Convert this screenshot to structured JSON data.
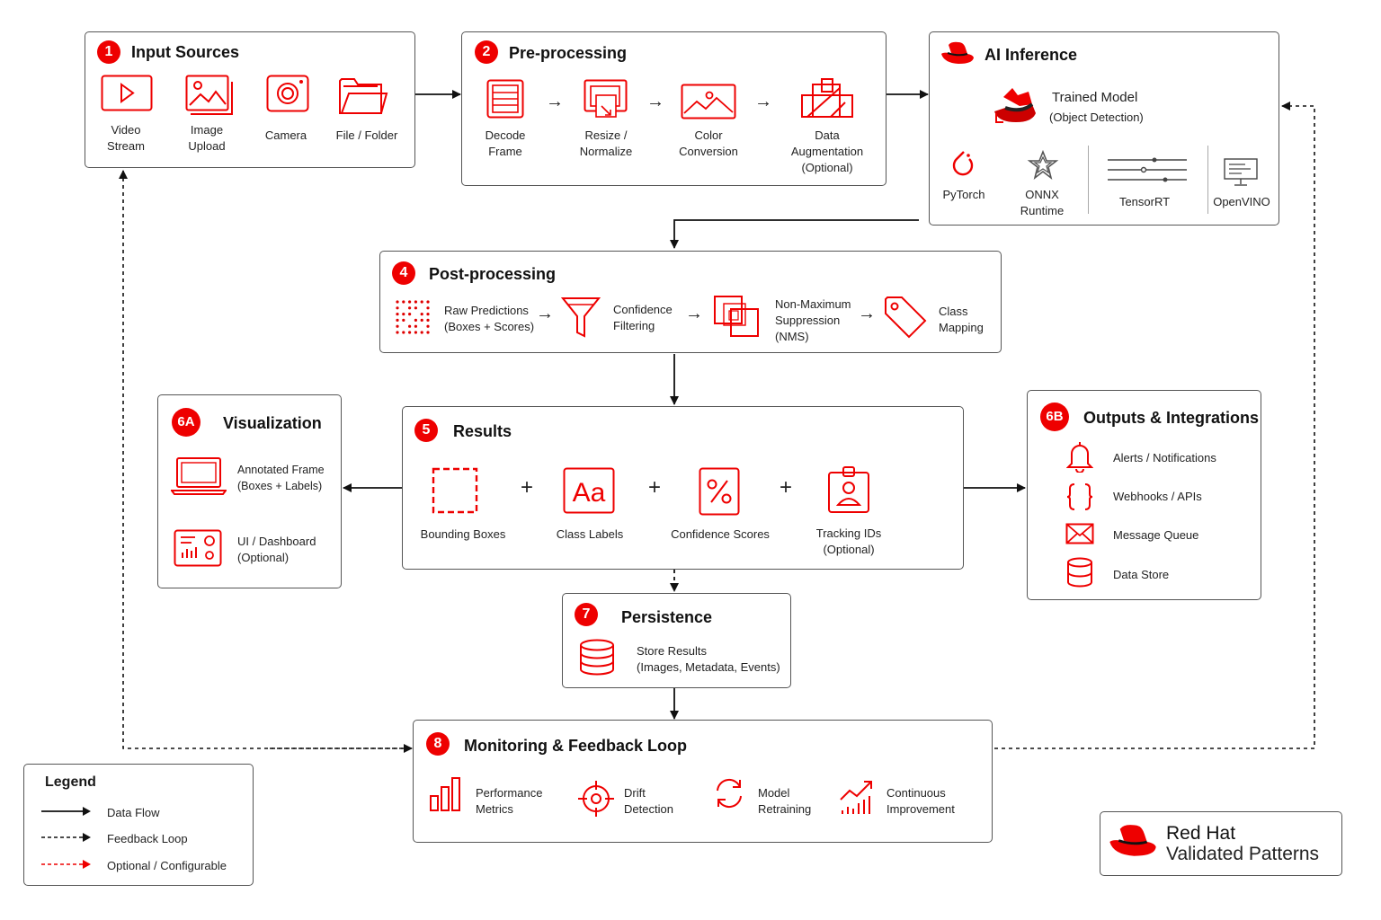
{
  "colors": {
    "accent": "#e00000",
    "line": "#111111",
    "border": "#555555"
  },
  "input": {
    "badge": "1",
    "title": "Input Sources",
    "items": [
      {
        "label1": "Video",
        "label2": "Stream",
        "icon": "video-play-icon"
      },
      {
        "label1": "Image",
        "label2": "Upload",
        "icon": "image-icon"
      },
      {
        "label1": "Camera",
        "label2": "",
        "icon": "camera-icon"
      },
      {
        "label1": "File / Folder",
        "label2": "",
        "icon": "folder-icon"
      }
    ]
  },
  "pre": {
    "badge": "2",
    "title": "Pre-processing",
    "items": [
      {
        "label1": "Decode",
        "label2": "Frame",
        "label3": "",
        "icon": "decode-frame-icon"
      },
      {
        "label1": "Resize /",
        "label2": "Normalize",
        "label3": "",
        "icon": "resize-icon"
      },
      {
        "label1": "Color",
        "label2": "Conversion",
        "label3": "",
        "icon": "color-image-icon"
      },
      {
        "label1": "Data",
        "label2": "Augmentation",
        "label3": "(Optional)",
        "icon": "augmentation-icon"
      }
    ],
    "arrow": "→"
  },
  "ai": {
    "title": "AI Inference",
    "model_title": "Trained Model",
    "model_sub": "(Object Detection)",
    "runtimes": [
      {
        "label1": "PyTorch",
        "label2": "",
        "icon": "pytorch-icon"
      },
      {
        "label1": "ONNX",
        "label2": "Runtime",
        "icon": "onnx-icon"
      },
      {
        "label1": "TensorRT",
        "label2": "",
        "icon": "tensorrt-icon"
      },
      {
        "label1": "OpenVINO",
        "label2": "",
        "icon": "openvino-icon"
      }
    ]
  },
  "post": {
    "badge": "4",
    "title": "Post-processing",
    "items": [
      {
        "label1": "Raw Predictions",
        "label2": "(Boxes + Scores)",
        "label3": "",
        "icon": "dots-grid-icon"
      },
      {
        "label1": "Confidence",
        "label2": "Filtering",
        "label3": "",
        "icon": "funnel-icon"
      },
      {
        "label1": "Non-Maximum",
        "label2": "Suppression",
        "label3": "(NMS)",
        "icon": "overlap-boxes-icon"
      },
      {
        "label1": "Class",
        "label2": "Mapping",
        "label3": "",
        "icon": "tag-icon"
      }
    ],
    "arrow": "→"
  },
  "results": {
    "badge": "5",
    "title": "Results",
    "items": [
      {
        "label1": "Bounding Boxes",
        "label2": "",
        "icon": "bounding-box-icon"
      },
      {
        "label1": "Class Labels",
        "label2": "",
        "icon": "text-aa-icon"
      },
      {
        "label1": "Confidence Scores",
        "label2": "",
        "icon": "percent-icon"
      },
      {
        "label1": "Tracking IDs",
        "label2": "(Optional)",
        "icon": "id-badge-icon"
      }
    ],
    "plus": "+"
  },
  "viz": {
    "badge": "6A",
    "title": "Visualization",
    "items": [
      {
        "label1": "Annotated Frame",
        "label2": "(Boxes + Labels)",
        "icon": "laptop-icon"
      },
      {
        "label1": "UI / Dashboard",
        "label2": "(Optional)",
        "icon": "dashboard-icon"
      }
    ]
  },
  "outputs": {
    "badge": "6B",
    "title": "Outputs & Integrations",
    "items": [
      {
        "label": "Alerts / Notifications",
        "icon": "bell-icon"
      },
      {
        "label": "Webhooks / APIs",
        "icon": "braces-icon"
      },
      {
        "label": "Message Queue",
        "icon": "envelope-icon"
      },
      {
        "label": "Data Store",
        "icon": "database-icon"
      }
    ]
  },
  "persist": {
    "badge": "7",
    "title": "Persistence",
    "label1": "Store Results",
    "label2": "(Images, Metadata, Events)",
    "icon": "database-icon"
  },
  "monitor": {
    "badge": "8",
    "title": "Monitoring & Feedback Loop",
    "items": [
      {
        "label1": "Performance",
        "label2": "Metrics",
        "icon": "bar-chart-icon"
      },
      {
        "label1": "Drift",
        "label2": "Detection",
        "icon": "crosshair-icon"
      },
      {
        "label1": "Model",
        "label2": "Retraining",
        "icon": "refresh-icon"
      },
      {
        "label1": "Continuous",
        "label2": "Improvement",
        "icon": "trend-up-icon"
      }
    ]
  },
  "legend": {
    "title": "Legend",
    "items": [
      {
        "label": "Data Flow",
        "style": "solid-black"
      },
      {
        "label": "Feedback Loop",
        "style": "dashed-black"
      },
      {
        "label": "Optional / Configurable",
        "style": "dashed-red"
      }
    ]
  },
  "brand": {
    "line1": "Red Hat",
    "line2": "Validated Patterns"
  }
}
